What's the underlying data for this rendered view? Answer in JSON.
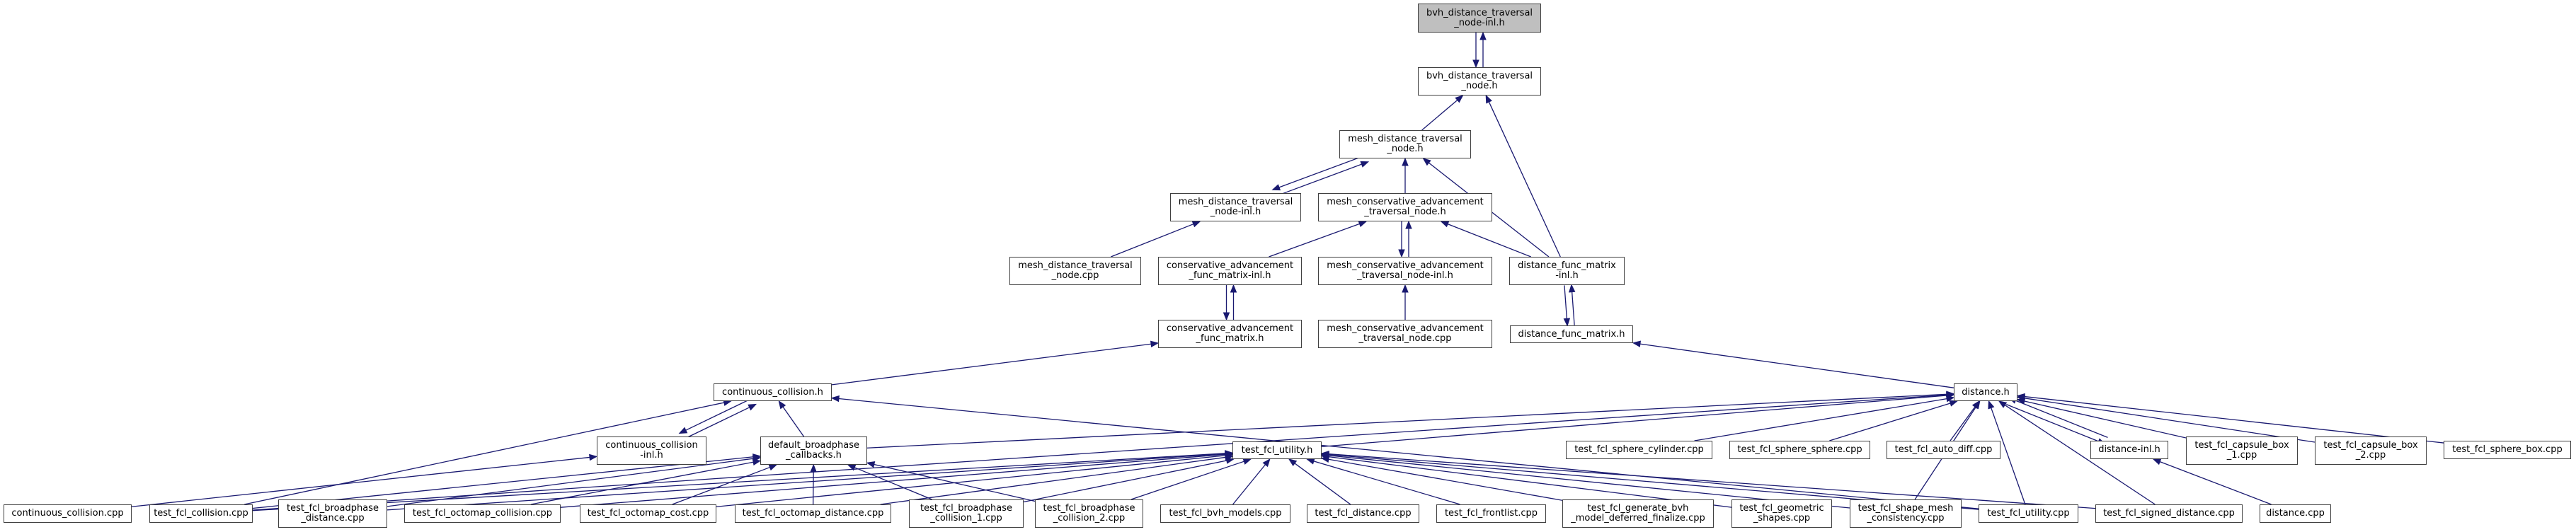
{
  "colors": {
    "edge": "#191970",
    "node_border": "#404040",
    "current_node_fill": "#bfbfbf",
    "node_fill": "#ffffff"
  },
  "graph": {
    "nodes": {
      "bvh_dtn_inl": {
        "lines": [
          "bvh_distance_traversal",
          "_node-inl.h"
        ],
        "current": true
      },
      "bvh_dtn": {
        "lines": [
          "bvh_distance_traversal",
          "_node.h"
        ]
      },
      "mesh_dtn": {
        "lines": [
          "mesh_distance_traversal",
          "_node.h"
        ]
      },
      "mesh_dtn_inl": {
        "lines": [
          "mesh_distance_traversal",
          "_node-inl.h"
        ]
      },
      "mesh_catn": {
        "lines": [
          "mesh_conservative_advancement",
          "_traversal_node.h"
        ]
      },
      "mesh_dtn_cpp": {
        "lines": [
          "mesh_distance_traversal",
          "_node.cpp"
        ]
      },
      "ca_fm_inl": {
        "lines": [
          "conservative_advancement",
          "_func_matrix-inl.h"
        ]
      },
      "mesh_catn_inl": {
        "lines": [
          "mesh_conservative_advancement",
          "_traversal_node-inl.h"
        ]
      },
      "dfm_inl": {
        "lines": [
          "distance_func_matrix",
          "-inl.h"
        ]
      },
      "ca_fm": {
        "lines": [
          "conservative_advancement",
          "_func_matrix.h"
        ]
      },
      "mesh_catn_cpp": {
        "lines": [
          "mesh_conservative_advancement",
          "_traversal_node.cpp"
        ]
      },
      "dfm": {
        "lines": [
          "distance_func_matrix.h"
        ]
      },
      "cc_h": {
        "lines": [
          "continuous_collision.h"
        ]
      },
      "distance_h": {
        "lines": [
          "distance.h"
        ]
      },
      "cc_inl": {
        "lines": [
          "continuous_collision",
          "-inl.h"
        ]
      },
      "dbc": {
        "lines": [
          "default_broadphase",
          "_callbacks.h"
        ]
      },
      "tfu_h": {
        "lines": [
          "test_fcl_utility.h"
        ]
      },
      "sphere_cyl": {
        "lines": [
          "test_fcl_sphere_cylinder.cpp"
        ]
      },
      "sphere_sphere": {
        "lines": [
          "test_fcl_sphere_sphere.cpp"
        ]
      },
      "auto_diff": {
        "lines": [
          "test_fcl_auto_diff.cpp"
        ]
      },
      "distance_inl": {
        "lines": [
          "distance-inl.h"
        ]
      },
      "capsule1": {
        "lines": [
          "test_fcl_capsule_box",
          "_1.cpp"
        ]
      },
      "capsule2": {
        "lines": [
          "test_fcl_capsule_box",
          "_2.cpp"
        ]
      },
      "sphere_box": {
        "lines": [
          "test_fcl_sphere_box.cpp"
        ]
      },
      "cc_cpp": {
        "lines": [
          "continuous_collision.cpp"
        ]
      },
      "collision_cpp": {
        "lines": [
          "test_fcl_collision.cpp"
        ]
      },
      "bp_distance": {
        "lines": [
          "test_fcl_broadphase",
          "_distance.cpp"
        ]
      },
      "octomap_collision": {
        "lines": [
          "test_fcl_octomap_collision.cpp"
        ]
      },
      "octomap_cost": {
        "lines": [
          "test_fcl_octomap_cost.cpp"
        ]
      },
      "octomap_distance": {
        "lines": [
          "test_fcl_octomap_distance.cpp"
        ]
      },
      "bp_collision_1": {
        "lines": [
          "test_fcl_broadphase",
          "_collision_1.cpp"
        ]
      },
      "bp_collision_2": {
        "lines": [
          "test_fcl_broadphase",
          "_collision_2.cpp"
        ]
      },
      "bvh_models": {
        "lines": [
          "test_fcl_bvh_models.cpp"
        ]
      },
      "fcl_distance": {
        "lines": [
          "test_fcl_distance.cpp"
        ]
      },
      "frontlist": {
        "lines": [
          "test_fcl_frontlist.cpp"
        ]
      },
      "generate_bvh": {
        "lines": [
          "test_fcl_generate_bvh",
          "_model_deferred_finalize.cpp"
        ]
      },
      "geometric": {
        "lines": [
          "test_fcl_geometric",
          "_shapes.cpp"
        ]
      },
      "shape_mesh": {
        "lines": [
          "test_fcl_shape_mesh",
          "_consistency.cpp"
        ]
      },
      "tfu_cpp": {
        "lines": [
          "test_fcl_utility.cpp"
        ]
      },
      "signed_distance": {
        "lines": [
          "test_fcl_signed_distance.cpp"
        ]
      },
      "distance_cpp": {
        "lines": [
          "distance.cpp"
        ]
      }
    },
    "edges": [
      [
        "bvh_dtn",
        "bvh_dtn_inl"
      ],
      [
        "bvh_dtn_inl",
        "bvh_dtn"
      ],
      [
        "mesh_dtn",
        "bvh_dtn"
      ],
      [
        "dfm_inl",
        "bvh_dtn"
      ],
      [
        "mesh_dtn_inl",
        "mesh_dtn"
      ],
      [
        "mesh_dtn",
        "mesh_dtn_inl"
      ],
      [
        "mesh_catn",
        "mesh_dtn"
      ],
      [
        "dfm_inl",
        "mesh_dtn"
      ],
      [
        "mesh_dtn_cpp",
        "mesh_dtn_inl"
      ],
      [
        "ca_fm_inl",
        "mesh_catn"
      ],
      [
        "mesh_catn_inl",
        "mesh_catn"
      ],
      [
        "mesh_catn",
        "mesh_catn_inl"
      ],
      [
        "dfm_inl",
        "mesh_catn"
      ],
      [
        "ca_fm",
        "ca_fm_inl"
      ],
      [
        "ca_fm_inl",
        "ca_fm"
      ],
      [
        "mesh_catn_cpp",
        "mesh_catn_inl"
      ],
      [
        "dfm",
        "dfm_inl"
      ],
      [
        "dfm_inl",
        "dfm"
      ],
      [
        "cc_h",
        "ca_fm"
      ],
      [
        "distance_h",
        "dfm"
      ],
      [
        "cc_inl",
        "cc_h"
      ],
      [
        "cc_h",
        "cc_inl"
      ],
      [
        "dbc",
        "cc_h"
      ],
      [
        "collision_cpp",
        "cc_h"
      ],
      [
        "tfu_cpp",
        "cc_h"
      ],
      [
        "cc_cpp",
        "cc_inl"
      ],
      [
        "collision_cpp",
        "dbc"
      ],
      [
        "bp_distance",
        "dbc"
      ],
      [
        "octomap_collision",
        "dbc"
      ],
      [
        "octomap_cost",
        "dbc"
      ],
      [
        "octomap_distance",
        "dbc"
      ],
      [
        "bp_collision_1",
        "dbc"
      ],
      [
        "bp_collision_2",
        "dbc"
      ],
      [
        "dbc",
        "distance_h"
      ],
      [
        "collision_cpp",
        "tfu_h"
      ],
      [
        "bp_distance",
        "tfu_h"
      ],
      [
        "octomap_collision",
        "tfu_h"
      ],
      [
        "octomap_cost",
        "tfu_h"
      ],
      [
        "octomap_distance",
        "tfu_h"
      ],
      [
        "bp_collision_1",
        "tfu_h"
      ],
      [
        "bp_collision_2",
        "tfu_h"
      ],
      [
        "bvh_models",
        "tfu_h"
      ],
      [
        "fcl_distance",
        "tfu_h"
      ],
      [
        "frontlist",
        "tfu_h"
      ],
      [
        "generate_bvh",
        "tfu_h"
      ],
      [
        "geometric",
        "tfu_h"
      ],
      [
        "shape_mesh",
        "tfu_h"
      ],
      [
        "tfu_cpp",
        "tfu_h"
      ],
      [
        "signed_distance",
        "tfu_h"
      ],
      [
        "tfu_h",
        "distance_h"
      ],
      [
        "collision_cpp",
        "distance_h"
      ],
      [
        "sphere_cyl",
        "distance_h"
      ],
      [
        "sphere_sphere",
        "distance_h"
      ],
      [
        "auto_diff",
        "distance_h"
      ],
      [
        "distance_inl",
        "distance_h"
      ],
      [
        "distance_h",
        "distance_inl"
      ],
      [
        "capsule1",
        "distance_h"
      ],
      [
        "capsule2",
        "distance_h"
      ],
      [
        "sphere_box",
        "distance_h"
      ],
      [
        "tfu_cpp",
        "distance_h"
      ],
      [
        "signed_distance",
        "distance_h"
      ],
      [
        "shape_mesh",
        "distance_h"
      ],
      [
        "distance_cpp",
        "distance_inl"
      ]
    ]
  }
}
